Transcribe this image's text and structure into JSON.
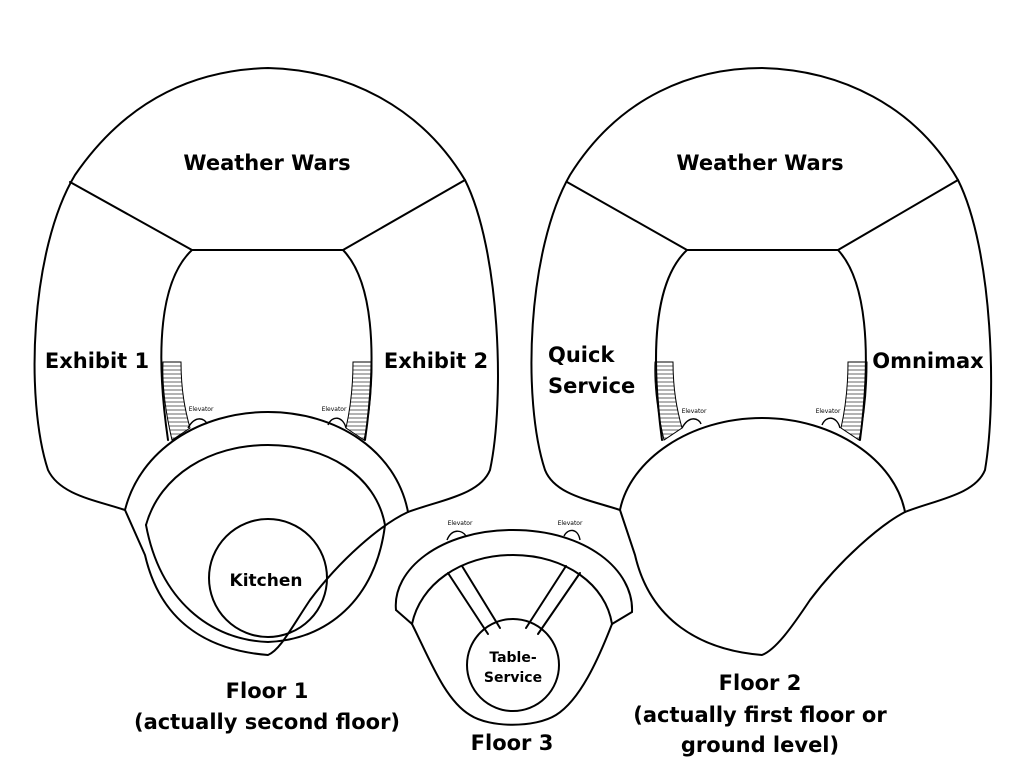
{
  "floor1": {
    "weather_wars": "Weather Wars",
    "exhibit1": "Exhibit 1",
    "exhibit2": "Exhibit 2",
    "elevator_left": "Elevator",
    "elevator_right": "Elevator",
    "kitchen": "Kitchen",
    "caption_line1": "Floor 1",
    "caption_line2": "(actually second floor)"
  },
  "floor2": {
    "weather_wars": "Weather Wars",
    "quick_line1": "Quick",
    "quick_line2": "Service",
    "omnimax": "Omnimax",
    "elevator_left": "Elevator",
    "elevator_right": "Elevator",
    "caption_line1": "Floor 2",
    "caption_line2": "(actually first floor or",
    "caption_line3": "ground level)"
  },
  "floor3": {
    "elevator_left": "Elevator",
    "elevator_right": "Elevator",
    "table_line1": "Table-",
    "table_line2": "Service",
    "caption": "Floor 3"
  }
}
